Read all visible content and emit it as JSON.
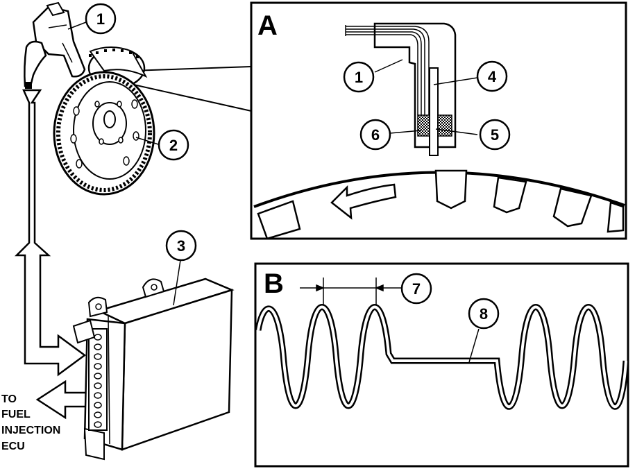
{
  "panels": {
    "a": {
      "letter": "A"
    },
    "b": {
      "letter": "B"
    }
  },
  "callouts": {
    "sensor": "1",
    "flywheel": "2",
    "ecu": "3",
    "a_sensor_body": "1",
    "a_pole_piece": "4",
    "a_magnet": "5",
    "a_coil": "6",
    "b_tooth_period": "7",
    "b_missing_tooth": "8"
  },
  "fuel_label": {
    "line1": "TO",
    "line2": "FUEL",
    "line3": "INJECTION",
    "line4": "ECU"
  }
}
